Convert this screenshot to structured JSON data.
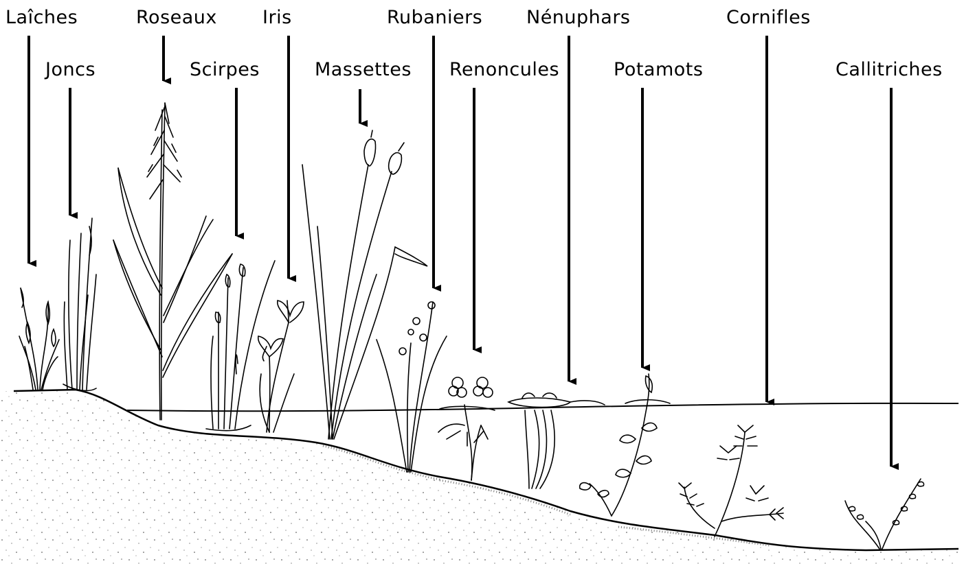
{
  "diagram": {
    "labels": {
      "laiches": "Laîches",
      "joncs": "Joncs",
      "roseaux": "Roseaux",
      "scirpes": "Scirpes",
      "iris": "Iris",
      "massettes": "Massettes",
      "rubaniers": "Rubaniers",
      "renoncules": "Renoncules",
      "nenuphars": "Nénuphars",
      "potamots": "Potamots",
      "cornifles": "Cornifles",
      "callitriches": "Callitriches"
    }
  },
  "colors": {
    "ink": "#000000",
    "background": "#ffffff",
    "sand": "#555555"
  }
}
